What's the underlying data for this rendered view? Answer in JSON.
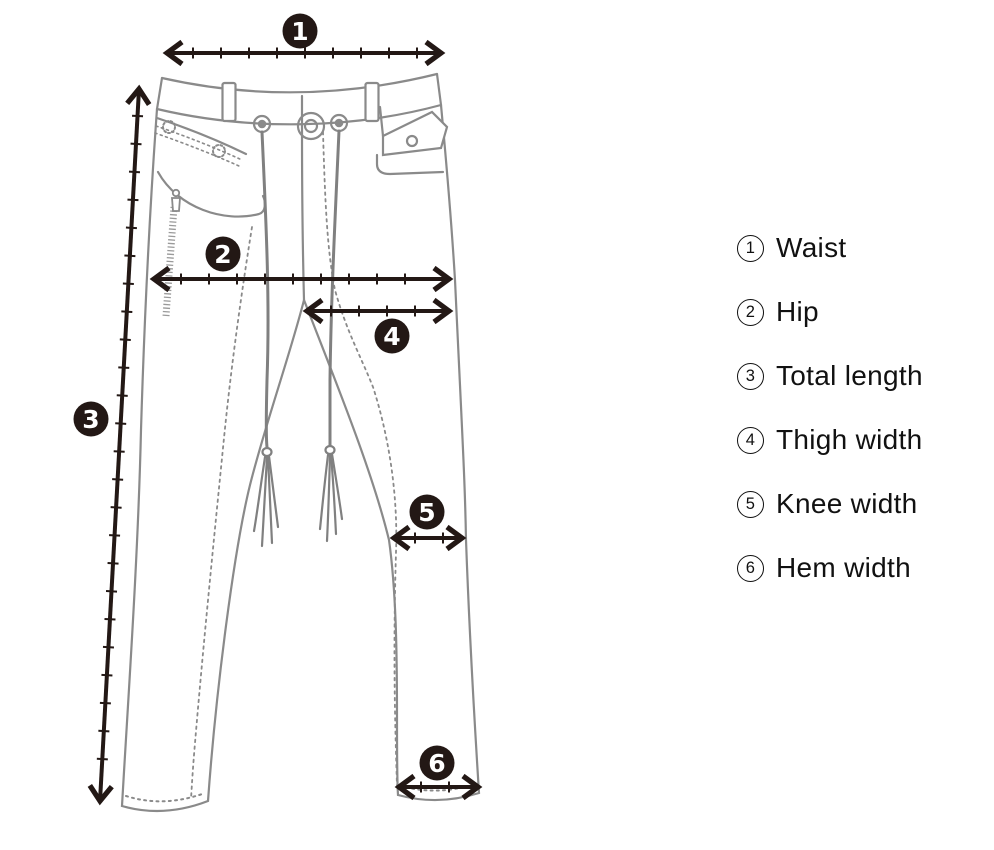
{
  "colors": {
    "garment_outline": "#8a8a8a",
    "measure_ink": "#231815",
    "badge_number": "#ffffff",
    "legend_text": "#111111",
    "background": "#ffffff"
  },
  "measurements": [
    {
      "id": "1",
      "label": "Waist"
    },
    {
      "id": "2",
      "label": "Hip"
    },
    {
      "id": "3",
      "label": "Total length"
    },
    {
      "id": "4",
      "label": "Thigh width"
    },
    {
      "id": "5",
      "label": "Knee width"
    },
    {
      "id": "6",
      "label": "Hem width"
    }
  ]
}
